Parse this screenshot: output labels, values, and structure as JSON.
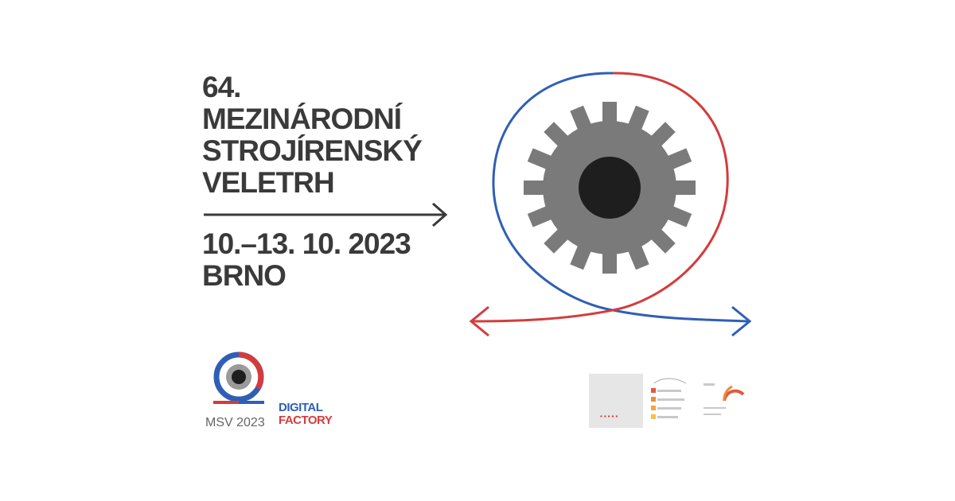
{
  "headline": {
    "edition": "64.",
    "line1": "MEZINÁRODNÍ",
    "line2": "STROJÍRENSKÝ",
    "line3": "VELETRH"
  },
  "event": {
    "dates": "10.–13. 10. 2023",
    "city": "BRNO"
  },
  "badge": {
    "msv": "MSV 2023",
    "digital": "DIGITAL",
    "factory": "FACTORY"
  },
  "colors": {
    "blue": "#2f5fb5",
    "red": "#d33c3c",
    "gear": "#7a7a7a",
    "hub": "#1e1e1e",
    "text": "#3a3a3a"
  },
  "icons": [
    "gear-icon",
    "arrow-right-icon",
    "double-arrow-icon",
    "msv-mini-logo"
  ]
}
